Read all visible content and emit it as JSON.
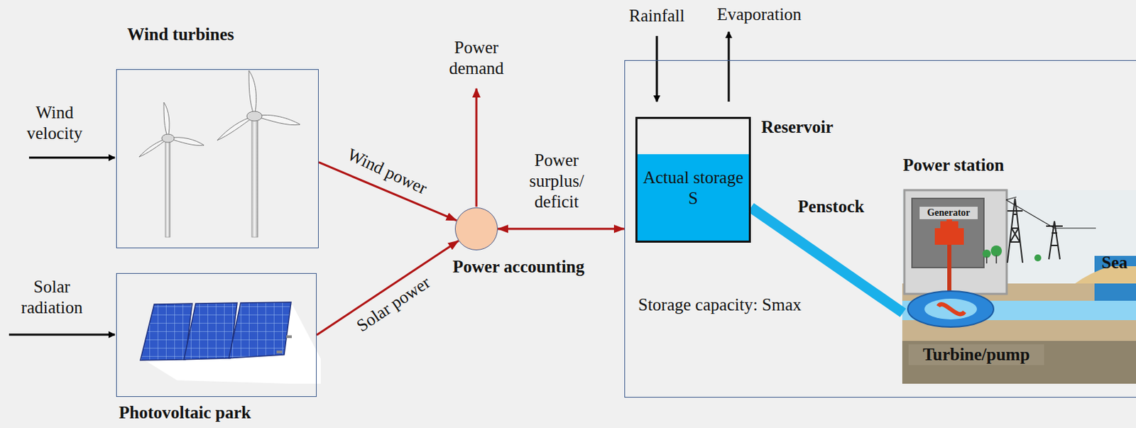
{
  "diagram": {
    "nodes": [
      {
        "text": [
          "Wind turbines"
        ]
      },
      {
        "text": [
          "Photovoltaic park"
        ]
      },
      {
        "text": [
          "Power accounting"
        ]
      },
      {
        "text": [
          "Storage capacity: Smax"
        ]
      },
      {
        "text": [
          "Reservoir",
          "Actual storage S"
        ],
        "in": 3
      },
      {
        "text": [
          "Power station"
        ],
        "in": 3
      }
    ],
    "edges": [
      {
        "from": 0,
        "to": 2,
        "label": "Wind power",
        "arrow": "to"
      },
      {
        "from": 1,
        "to": 2,
        "label": "Solar power",
        "arrow": "to"
      },
      {
        "from": 2,
        "to": 3,
        "label": "Power surplus/ deficit",
        "arrow": "both"
      },
      {
        "from": 4,
        "to": 5,
        "label": "Penstock",
        "arrow": "none"
      }
    ],
    "labels": [
      "Wind velocity",
      "Solar radiation",
      "Power demand",
      "Rainfall",
      "Evaporation",
      "Generator",
      "Turbine/pump",
      "Sea"
    ]
  }
}
